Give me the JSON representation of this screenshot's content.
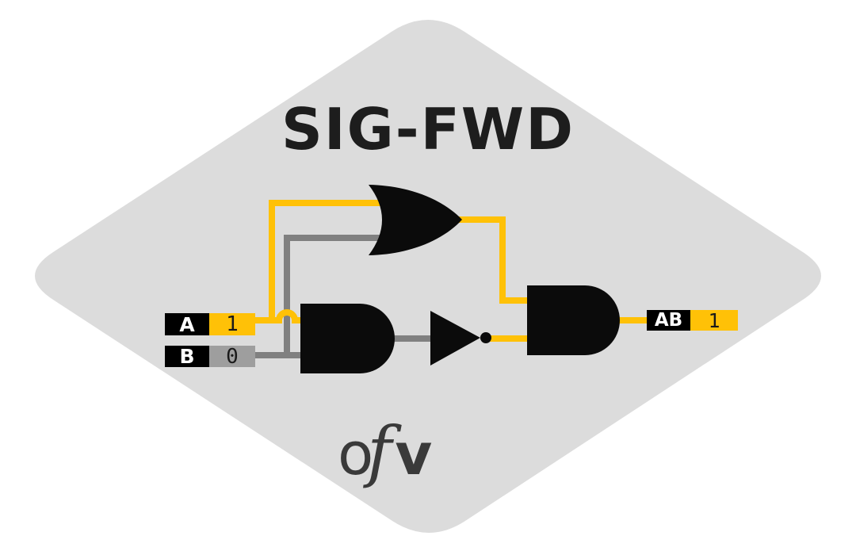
{
  "title": "SIG-FWD",
  "brand": {
    "logo_o": "o",
    "logo_f": "f",
    "logo_v": "v"
  },
  "signals": {
    "input_a": {
      "label": "A",
      "value": "1",
      "state": "high"
    },
    "input_b": {
      "label": "B",
      "value": "0",
      "state": "low"
    },
    "output_ab": {
      "label": "AB",
      "value": "1",
      "state": "high"
    }
  },
  "circuit": {
    "gates": [
      {
        "type": "OR",
        "icon": "or-gate-icon"
      },
      {
        "type": "AND",
        "icon": "and-gate-icon"
      },
      {
        "type": "NOT",
        "icon": "not-gate-icon"
      },
      {
        "type": "AND",
        "icon": "output-and-gate-icon"
      }
    ]
  },
  "colors": {
    "page_bg": "#ffffff",
    "diamond_bg": "#dcdcdc",
    "signal_high": "#ffc107",
    "signal_low": "#9e9e9e",
    "wire_inactive": "#808080",
    "gate_fill": "#0b0b0b",
    "title_text": "#1d1d1d",
    "logo_text": "#3a3a3a",
    "label_bg": "#000000",
    "label_text": "#ffffff",
    "value_text": "#1a1a1a"
  }
}
